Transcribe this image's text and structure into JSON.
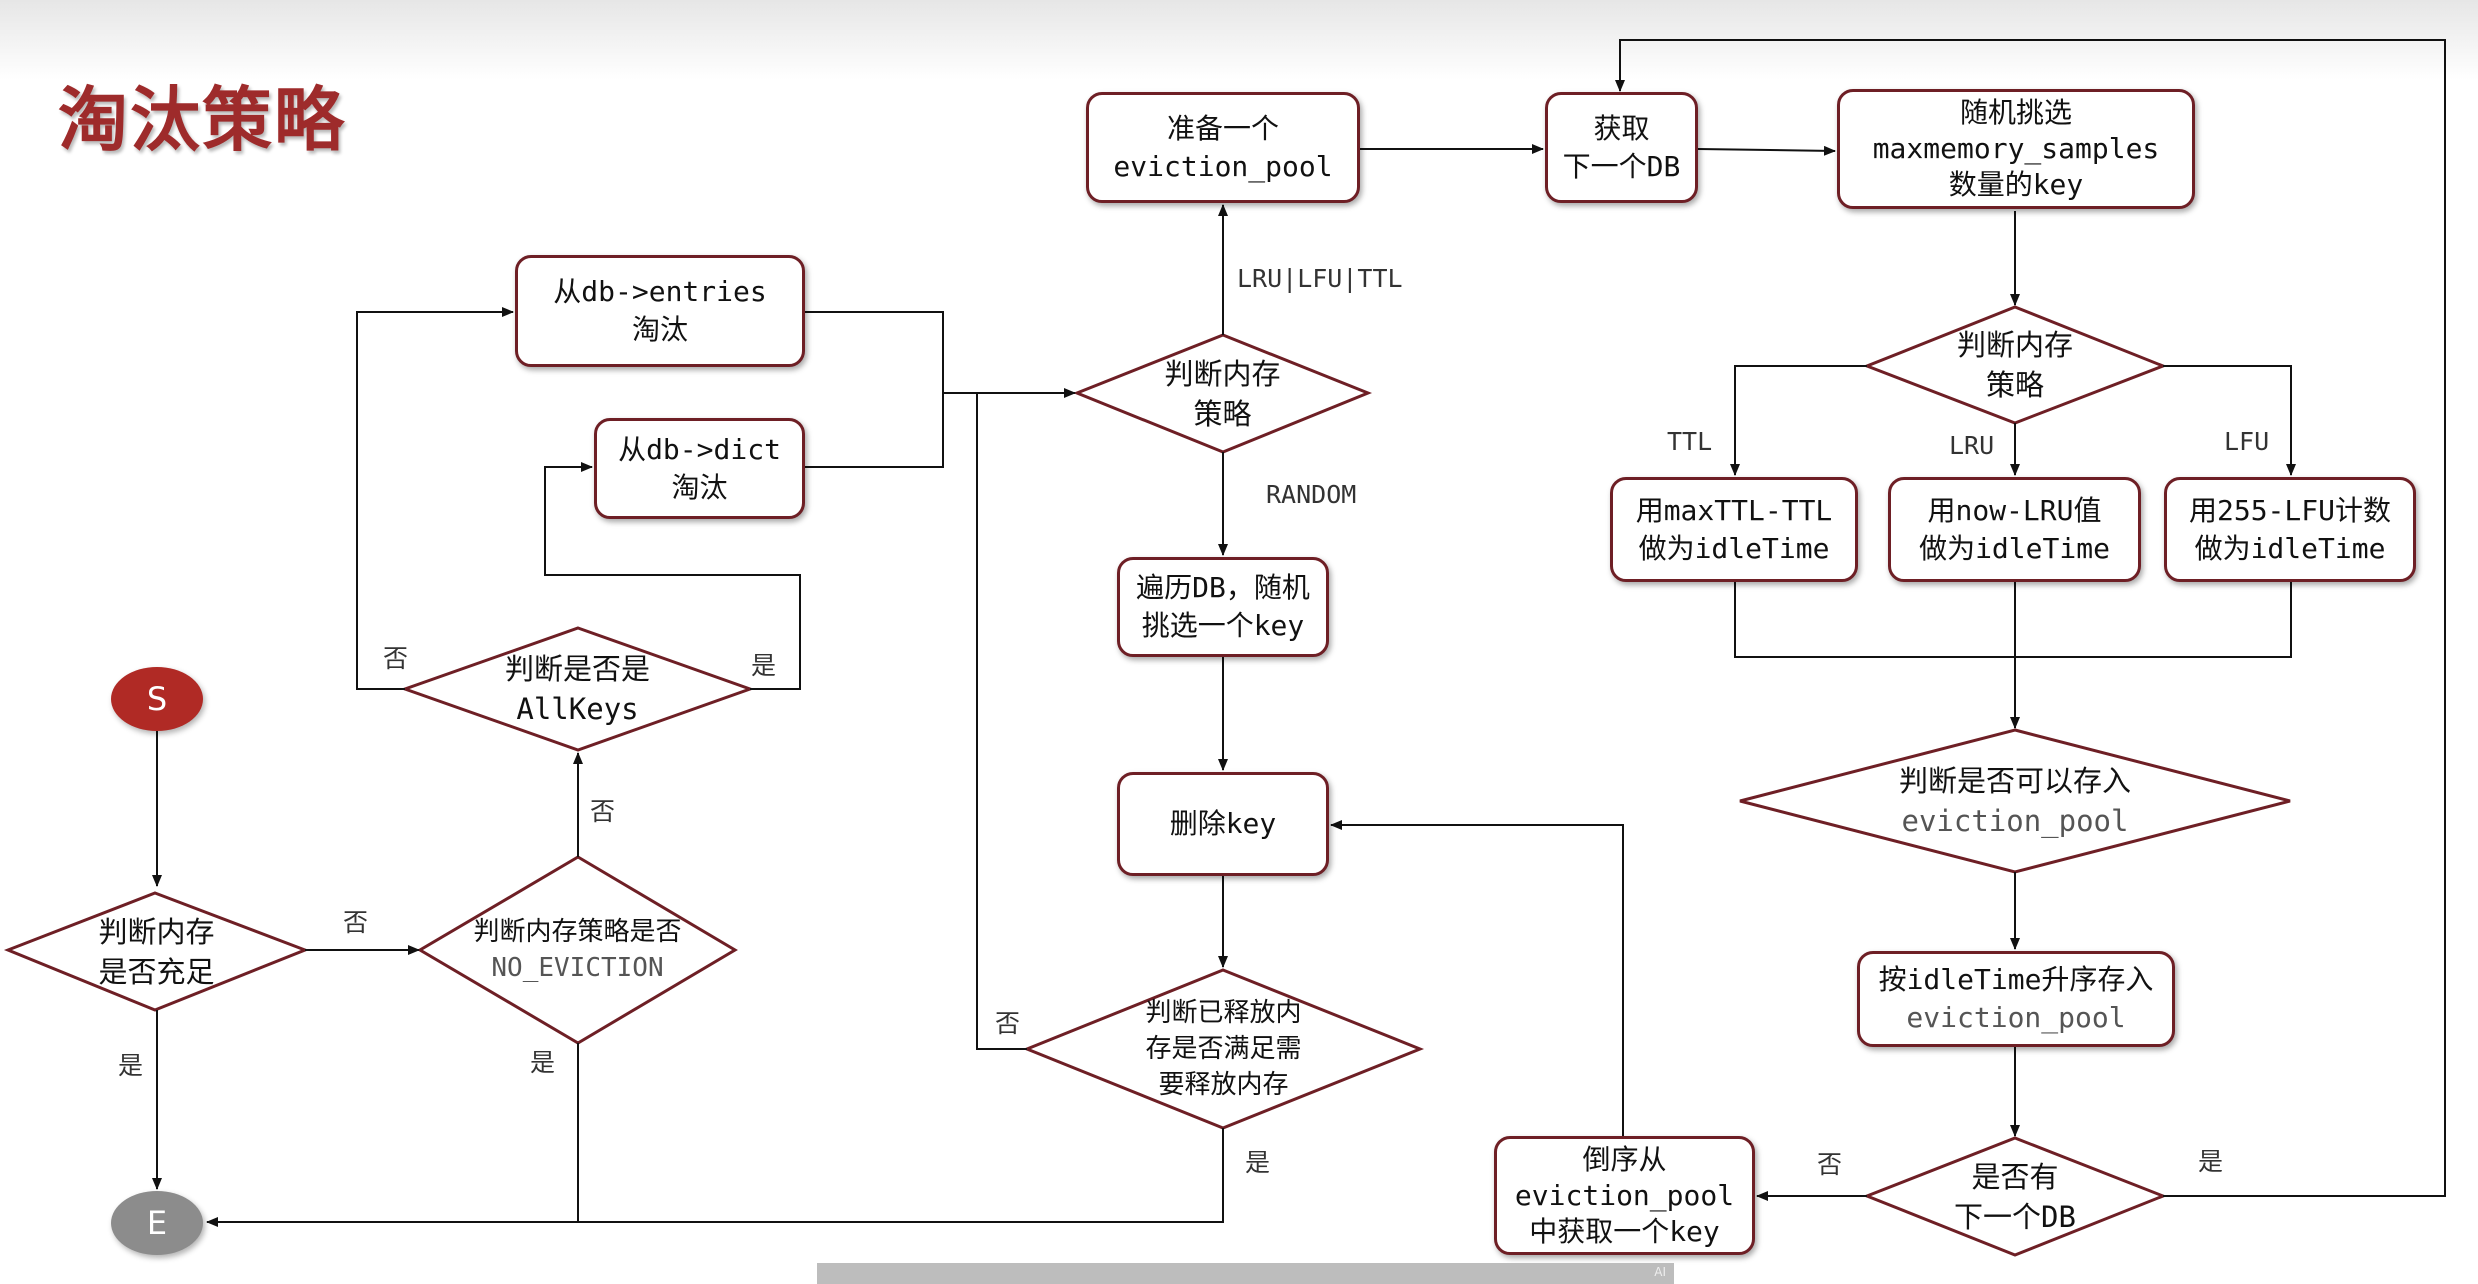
{
  "title": "淘汰策略",
  "nodes": {
    "start": "S",
    "end": "E",
    "check_memory": [
      "判断内存",
      "是否充足"
    ],
    "check_no_eviction": [
      "判断内存策略是否",
      "NO_EVICTION"
    ],
    "check_allkeys": [
      "判断是否是",
      "AllKeys"
    ],
    "evict_from_entries": [
      "从db->entries",
      "淘汰"
    ],
    "evict_from_dict": [
      "从db->dict",
      "淘汰"
    ],
    "check_policy": [
      "判断内存",
      "策略"
    ],
    "prepare_pool": [
      "准备一个",
      "eviction_pool"
    ],
    "traverse_db": [
      "遍历DB，随机",
      "挑选一个key"
    ],
    "delete_key": "删除key",
    "check_released": [
      "判断已释放内",
      "存是否满足需",
      "要释放内存"
    ],
    "next_db": [
      "获取",
      "下一个DB"
    ],
    "random_samples": [
      "随机挑选",
      "maxmemory_samples",
      "数量的key"
    ],
    "check_policy2": [
      "判断内存",
      "策略"
    ],
    "use_ttl": [
      "用maxTTL-TTL",
      "做为idleTime"
    ],
    "use_lru": [
      "用now-LRU值",
      "做为idleTime"
    ],
    "use_lfu": [
      "用255-LFU计数",
      "做为idleTime"
    ],
    "check_can_store": [
      "判断是否可以存入",
      "eviction_pool"
    ],
    "store_ascending": [
      "按idleTime升序存入",
      "eviction_pool"
    ],
    "has_next_db": [
      "是否有",
      "下一个DB"
    ],
    "reverse_get": [
      "倒序从",
      "eviction_pool",
      "中获取一个key"
    ]
  },
  "edge_labels": {
    "memory_no": "否",
    "memory_yes": "是",
    "no_eviction_no": "否",
    "no_eviction_yes": "是",
    "allkeys_no": "否",
    "allkeys_yes": "是",
    "lru_lfu_ttl": "LRU|LFU|TTL",
    "random": "RANDOM",
    "released_no": "否",
    "released_yes": "是",
    "ttl": "TTL",
    "lru": "LRU",
    "lfu": "LFU",
    "has_next_no": "否",
    "has_next_yes": "是"
  },
  "colors": {
    "node_border": "#6e1f25",
    "start_fill": "#b02a25",
    "end_fill": "#8c8c8c",
    "title": "#9e2b2b"
  },
  "footer_mark": "AI"
}
